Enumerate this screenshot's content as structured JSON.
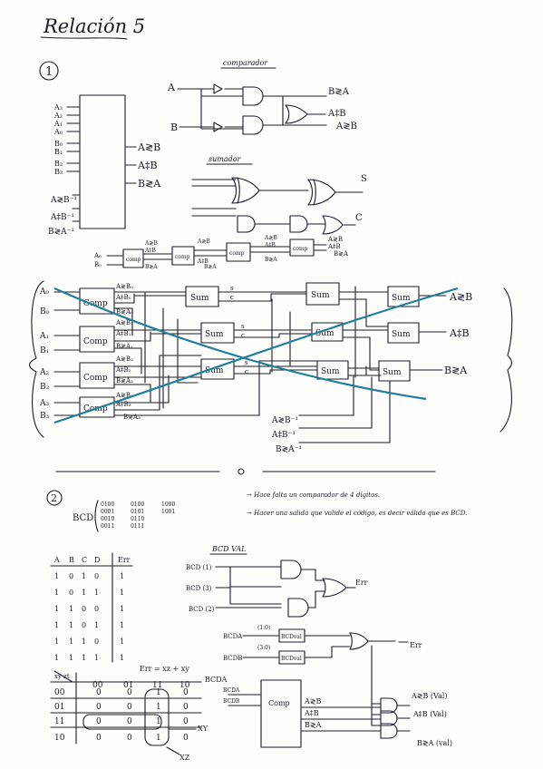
{
  "page": {
    "title": "Relación 5"
  },
  "ex1": {
    "number": "1",
    "block_inputs": [
      "A₃",
      "A₂",
      "A₁",
      "A₀",
      "B₀",
      "B₁",
      "B₂",
      "B₃",
      "A≷B⁻¹",
      "A‡B⁻¹",
      "B≷A⁻¹"
    ],
    "block_outputs": [
      "A≷B",
      "A‡B",
      "B≷A"
    ],
    "comparator_title": "comparador",
    "comparator_in": [
      "A",
      "B"
    ],
    "comparator_out": [
      "B≷A",
      "A‡B",
      "A≷B"
    ],
    "adder_title": "sumador",
    "adder_out": [
      "S",
      "C"
    ],
    "chain_inputs": [
      "A₀",
      "B₀"
    ],
    "chain_box": "comp",
    "chain_labels": [
      "A≷B",
      "A‡B",
      "B≷A",
      "A≷B",
      "A‡B",
      "B≷A",
      "A≷B",
      "A‡B",
      "B≷A",
      "A≷B",
      "A‡B",
      "B≷A"
    ],
    "crossed": {
      "inputs": [
        "A₀",
        "B₀",
        "A₁",
        "B₁",
        "A₂",
        "B₂",
        "A₃",
        "B₃"
      ],
      "comp": "Comp",
      "sum": "Sum",
      "comp_outs": [
        "A≷B₀",
        "A‡B₀",
        "B≷A₀",
        "A≷B₁",
        "A‡B₁",
        "B≷A₁",
        "A≷B₂",
        "A‡B₂",
        "B≷A₂",
        "A≷B₃",
        "A‡B₃",
        "B≷A₃"
      ],
      "sc": [
        "s",
        "c",
        "s",
        "c",
        "s",
        "c"
      ],
      "final_out": [
        "A≷B",
        "A‡B",
        "B≷A"
      ],
      "bottom_in": [
        "A≷B⁻¹",
        "A‡B⁻¹",
        "B≷A⁻¹"
      ]
    }
  },
  "ex2": {
    "number": "2",
    "bcd_label": "BCD:",
    "bcd_codes": [
      [
        "0100",
        "0001",
        "0010",
        "0011"
      ],
      [
        "0100",
        "0101",
        "0110",
        "0111"
      ],
      [
        "1000",
        "1001"
      ]
    ],
    "notes": [
      "→ Hace falta un comparador de 4 dígitos.",
      "→ Hacer una salida que valide el código, es decir válida que es BCD."
    ],
    "truth_head": [
      "A",
      "B",
      "C",
      "D",
      "Err"
    ],
    "truth_rows": [
      [
        "1",
        "0",
        "1",
        "0",
        "1"
      ],
      [
        "1",
        "0",
        "1",
        "1",
        "1"
      ],
      [
        "1",
        "1",
        "0",
        "0",
        "1"
      ],
      [
        "1",
        "1",
        "0",
        "1",
        "1"
      ],
      [
        "1",
        "1",
        "1",
        "0",
        "1"
      ],
      [
        "1",
        "1",
        "1",
        "1",
        "1"
      ]
    ],
    "bcd_val_title": "BCD VAL",
    "gate_inputs": [
      "BCD (1)",
      "BCD (3)",
      "BCD (2)"
    ],
    "gate_out": "Err",
    "formula": "Err = xz + xy",
    "kmap_head": [
      "00",
      "01",
      "11",
      "10"
    ],
    "kmap_rows": [
      [
        "00",
        "0",
        "0",
        "1",
        "0"
      ],
      [
        "01",
        "0",
        "0",
        "1",
        "0"
      ],
      [
        "11",
        "0",
        "0",
        "1",
        "0"
      ],
      [
        "10",
        "0",
        "0",
        "1",
        "0"
      ]
    ],
    "kmap_corner": "xy zt",
    "kmap_side": [
      "XY",
      "XZ"
    ],
    "bcd_cmp_in": [
      "BCDA",
      "BCDB"
    ],
    "bcd_cmp_boxes": [
      "BCDval",
      "BCDval"
    ],
    "bcd_cmp_tags": [
      "(1:0)",
      "(3:0)"
    ],
    "bcd_err": "Err",
    "final_labels": [
      "BCDA",
      "BCDB"
    ],
    "final_comp": "Comp",
    "final_mid": [
      "A≷B",
      "A‡B",
      "B≷A"
    ],
    "final_out": [
      "A≷B (Val)",
      "A‡B (Val)",
      "B≷A (val)"
    ]
  }
}
